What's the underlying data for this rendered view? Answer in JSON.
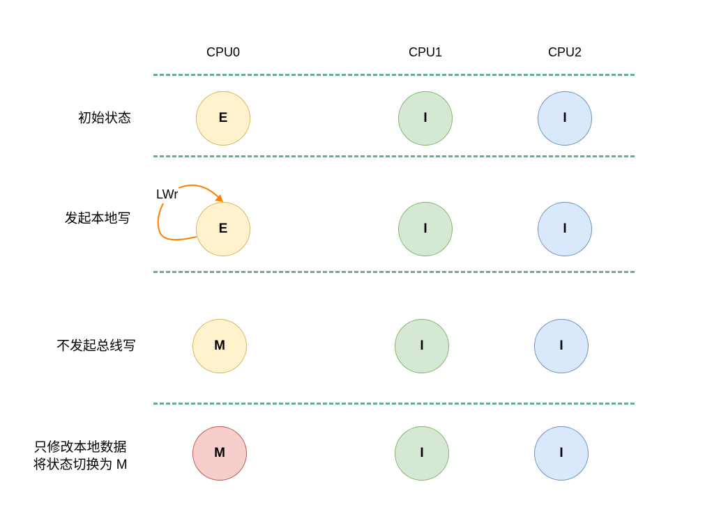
{
  "columns": [
    "CPU0",
    "CPU1",
    "CPU2"
  ],
  "rows": [
    {
      "label": "初始状态",
      "states": [
        "E",
        "I",
        "I"
      ],
      "colors": [
        "yellow",
        "green",
        "blue"
      ]
    },
    {
      "label": "发起本地写",
      "states": [
        "E",
        "I",
        "I"
      ],
      "colors": [
        "yellow",
        "green",
        "blue"
      ]
    },
    {
      "label": "不发起总线写",
      "states": [
        "M",
        "I",
        "I"
      ],
      "colors": [
        "yellow",
        "green",
        "blue"
      ]
    },
    {
      "label_lines": [
        "只修改本地数据",
        "将状态切换为 M"
      ],
      "states": [
        "M",
        "I",
        "I"
      ],
      "colors": [
        "red",
        "green",
        "blue"
      ]
    }
  ],
  "self_loop": {
    "label": "LWr",
    "color": "#ff8000"
  },
  "palette": {
    "divider": "#67ab9f",
    "yellow_fill": "#fff2cc",
    "green_fill": "#d5e8d4",
    "blue_fill": "#dae8fc",
    "red_fill": "#f8cecc"
  }
}
